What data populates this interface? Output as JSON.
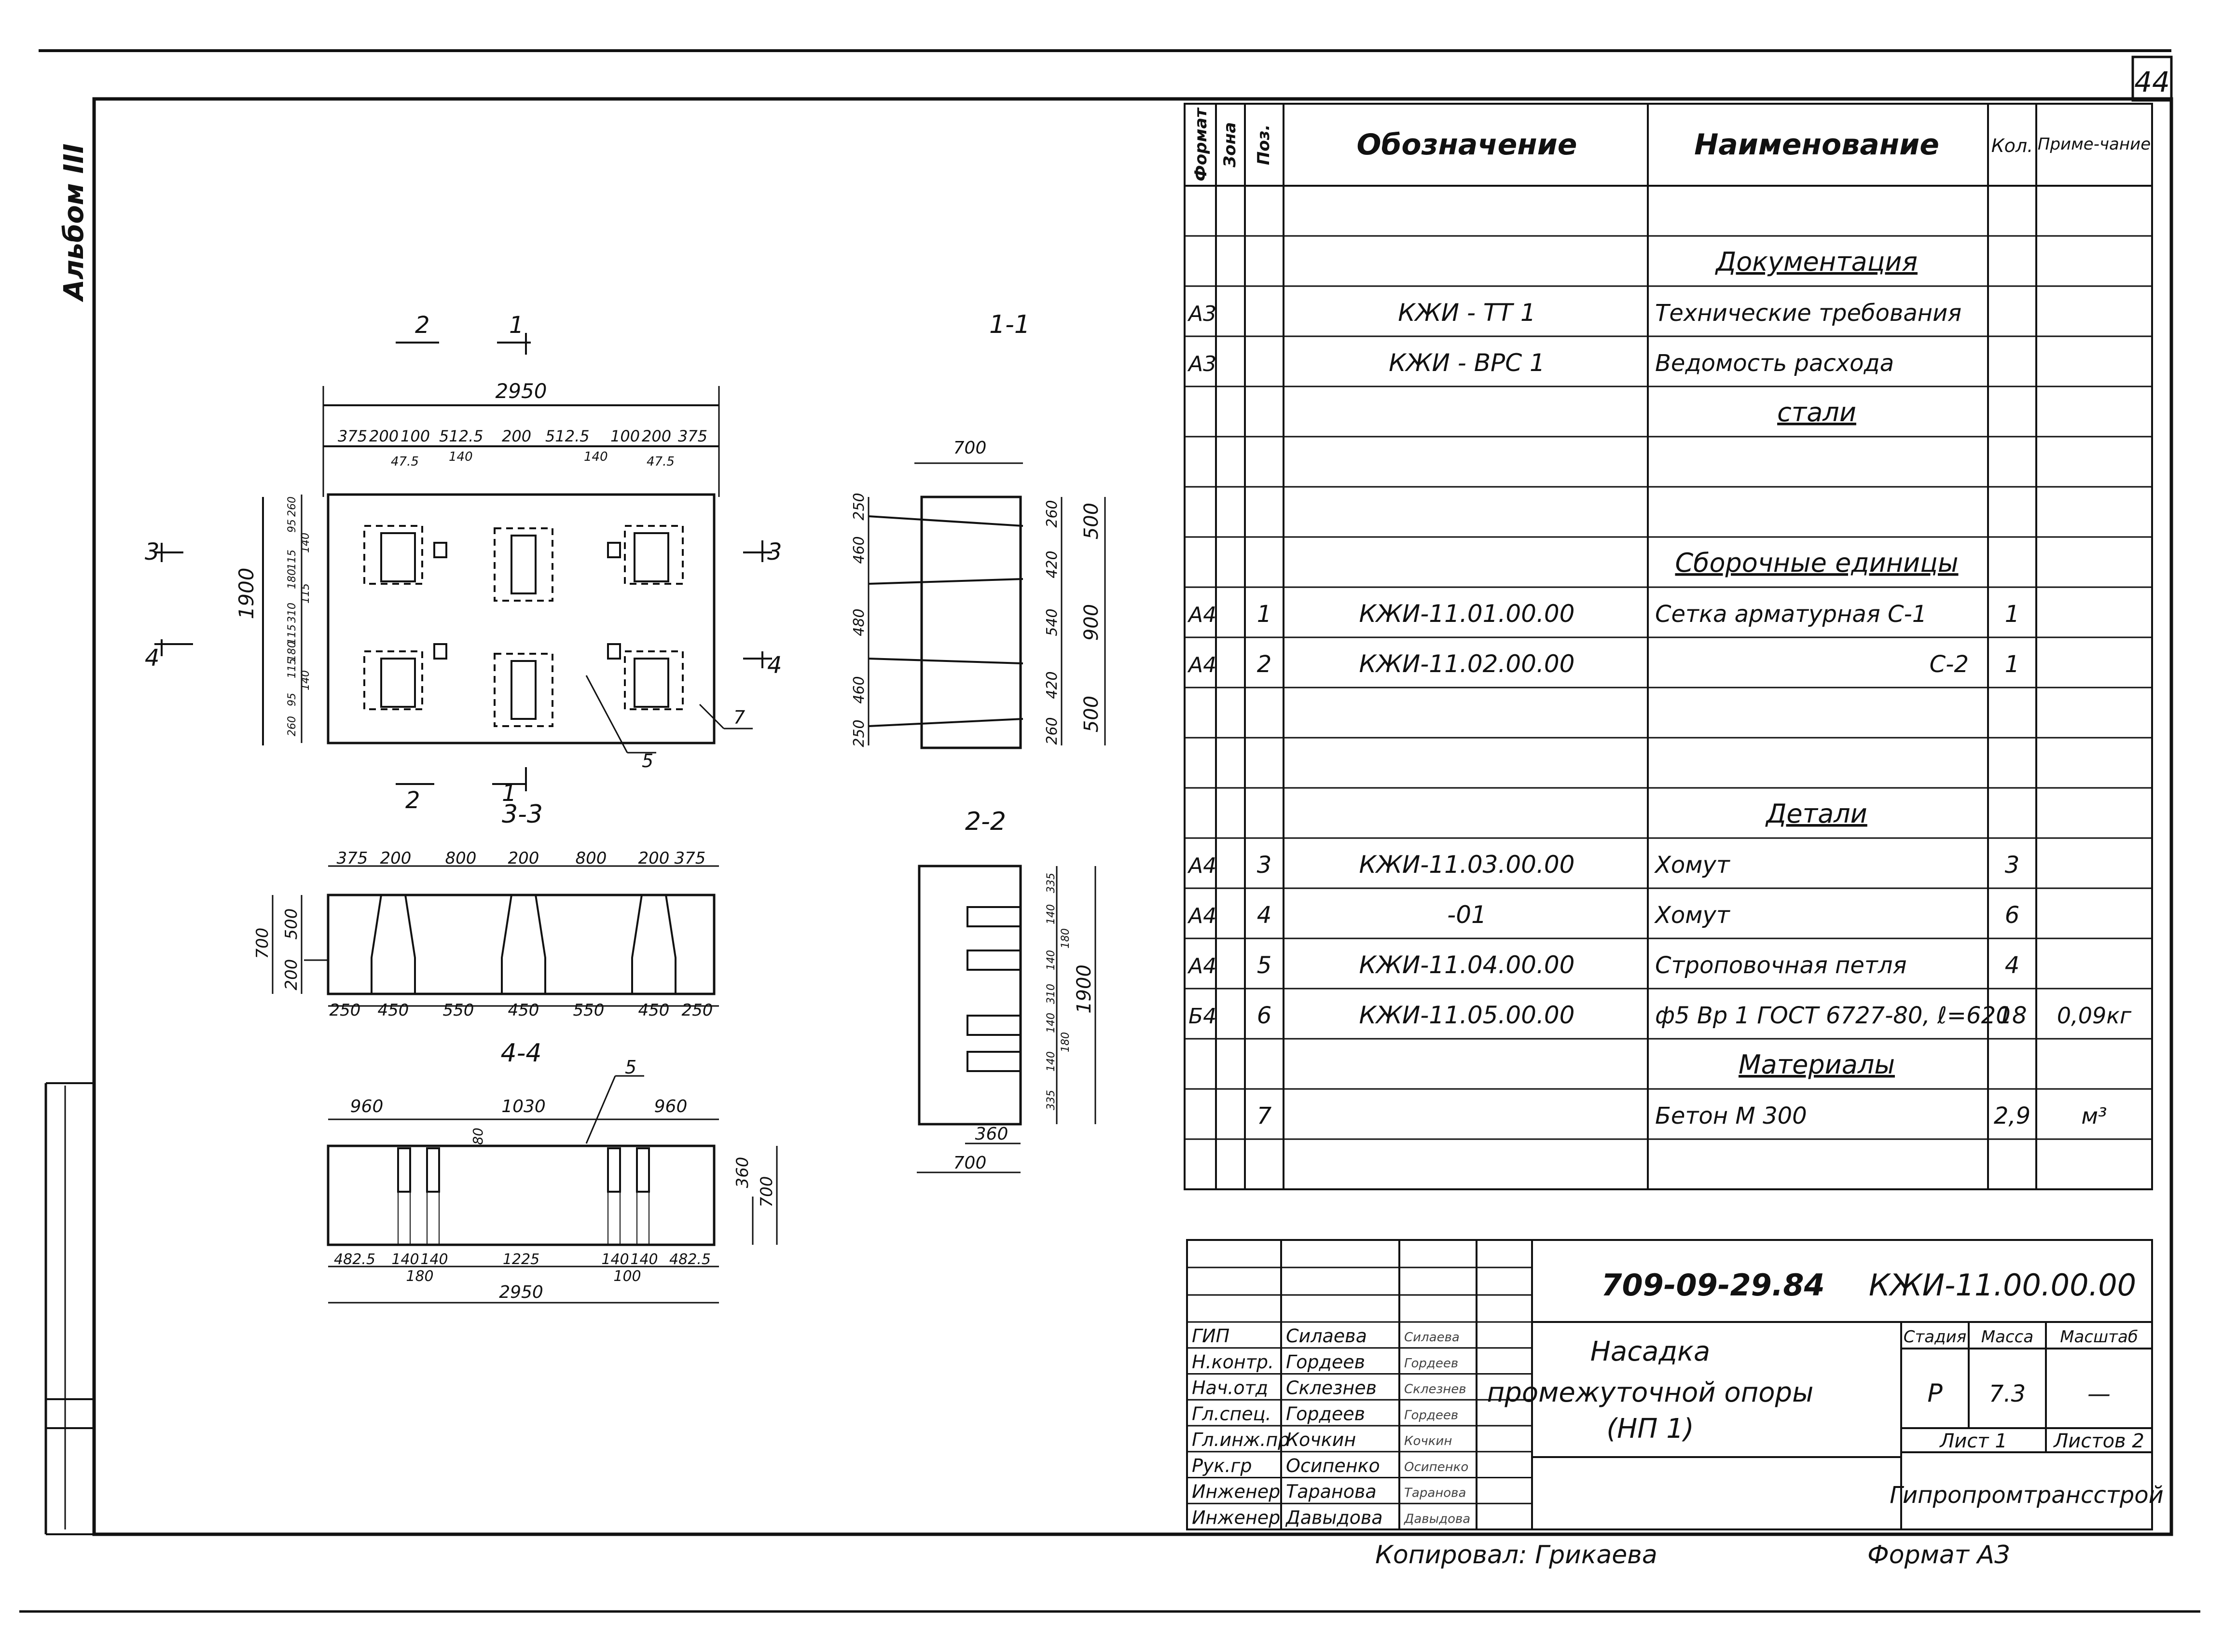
{
  "sheet": {
    "page_number": "44",
    "album": "Альбом III",
    "copied_by": "Копировал: Грикаева",
    "format": "Формат А3"
  },
  "drawing": {
    "sections": {
      "s11": "1-1",
      "s22": "2-2",
      "s33": "3-3",
      "s44": "4-4"
    },
    "markers": {
      "m1": "1",
      "m2": "2",
      "m3": "3",
      "m4": "4"
    },
    "plan": {
      "overall": "2950",
      "height": "1900",
      "dims_top": [
        "375",
        "200",
        "100",
        "512.5",
        "200",
        "512.5",
        "100",
        "200",
        "375"
      ],
      "dims_top2": [
        "47.5",
        "140",
        "140",
        "47.5"
      ],
      "dims_left": [
        "260",
        "95",
        "140",
        "115",
        "180",
        "115",
        "310",
        "115",
        "180",
        "115",
        "140",
        "95",
        "260"
      ],
      "callouts": {
        "c5": "5",
        "c7": "7"
      }
    },
    "s11": {
      "width": "700",
      "left": [
        "250",
        "460",
        "480",
        "460",
        "250"
      ],
      "right": [
        "260",
        "420",
        "540",
        "420",
        "260"
      ],
      "outer": [
        "500",
        "900",
        "500"
      ]
    },
    "s22": {
      "right": [
        "335",
        "140",
        "180",
        "140",
        "310",
        "140",
        "180",
        "140",
        "335"
      ],
      "height": "1900",
      "bottom": [
        "360",
        "700"
      ]
    },
    "s33": {
      "top": [
        "375",
        "200",
        "800",
        "200",
        "800",
        "200",
        "375"
      ],
      "left": [
        "700",
        "500",
        "200"
      ],
      "bottom": [
        "250",
        "450",
        "550",
        "450",
        "550",
        "450",
        "250"
      ]
    },
    "s44": {
      "top": [
        "960",
        "1030",
        "960"
      ],
      "mid": "80",
      "right": [
        "360",
        "700"
      ],
      "bottom": [
        "482.5",
        "140",
        "140",
        "1225",
        "140",
        "140",
        "482.5"
      ],
      "bottom2": [
        "180",
        "100"
      ],
      "overall": "2950",
      "callout": "5"
    }
  },
  "spec_table": {
    "headers": {
      "format": "Формат",
      "zone": "Зона",
      "pos": "Поз.",
      "designation": "Обозначение",
      "name": "Наименование",
      "qty": "Кол.",
      "note": "Приме-чание"
    },
    "rows": [
      {
        "format": "",
        "pos": "",
        "designation": "",
        "name": "",
        "qty": "",
        "note": ""
      },
      {
        "format": "",
        "pos": "",
        "designation": "",
        "name": "Документация",
        "qty": "",
        "note": ""
      },
      {
        "format": "А3",
        "pos": "",
        "designation": "КЖИ - ТТ 1",
        "name": "Технические требования",
        "qty": "",
        "note": ""
      },
      {
        "format": "А3",
        "pos": "",
        "designation": "КЖИ - ВРС 1",
        "name": "Ведомость расхода",
        "qty": "",
        "note": ""
      },
      {
        "format": "",
        "pos": "",
        "designation": "",
        "name": "стали",
        "qty": "",
        "note": ""
      },
      {
        "format": "",
        "pos": "",
        "designation": "",
        "name": "",
        "qty": "",
        "note": ""
      },
      {
        "format": "",
        "pos": "",
        "designation": "",
        "name": "",
        "qty": "",
        "note": ""
      },
      {
        "format": "",
        "pos": "",
        "designation": "",
        "name": "Сборочные единицы",
        "qty": "",
        "note": ""
      },
      {
        "format": "А4",
        "pos": "1",
        "designation": "КЖИ-11.01.00.00",
        "name": "Сетка арматурная   С-1",
        "qty": "1",
        "note": ""
      },
      {
        "format": "А4",
        "pos": "2",
        "designation": "КЖИ-11.02.00.00",
        "name": "С-2",
        "qty": "1",
        "note": ""
      },
      {
        "format": "",
        "pos": "",
        "designation": "",
        "name": "",
        "qty": "",
        "note": ""
      },
      {
        "format": "",
        "pos": "",
        "designation": "",
        "name": "",
        "qty": "",
        "note": ""
      },
      {
        "format": "",
        "pos": "",
        "designation": "",
        "name": "Детали",
        "qty": "",
        "note": ""
      },
      {
        "format": "А4",
        "pos": "3",
        "designation": "КЖИ-11.03.00.00",
        "name": "Хомут",
        "qty": "3",
        "note": ""
      },
      {
        "format": "А4",
        "pos": "4",
        "designation": "-01",
        "name": "Хомут",
        "qty": "6",
        "note": ""
      },
      {
        "format": "А4",
        "pos": "5",
        "designation": "КЖИ-11.04.00.00",
        "name": "Строповочная петля",
        "qty": "4",
        "note": ""
      },
      {
        "format": "Б4",
        "pos": "6",
        "designation": "КЖИ-11.05.00.00",
        "name": "ф5 Вр 1 ГОСТ 6727-80, ℓ=620",
        "qty": "18",
        "note": "0,09кг"
      },
      {
        "format": "",
        "pos": "",
        "designation": "",
        "name": "Материалы",
        "qty": "",
        "note": ""
      },
      {
        "format": "",
        "pos": "7",
        "designation": "",
        "name": "Бетон  М 300",
        "qty": "2,9",
        "note": "м³"
      },
      {
        "format": "",
        "pos": "",
        "designation": "",
        "name": "",
        "qty": "",
        "note": ""
      }
    ]
  },
  "title_block": {
    "project_code": "709-09-29.84",
    "doc_code": "КЖИ-11.00.00.00",
    "title": [
      "Насадка",
      "промежуточной опоры",
      "(НП 1)"
    ],
    "stage_label": "Стадия",
    "mass_label": "Масса",
    "scale_label": "Масштаб",
    "stage": "Р",
    "mass": "7.3",
    "scale": "—",
    "sheet": "Лист 1",
    "sheets": "Листов 2",
    "org": "Гипропромтрансстрой",
    "signatures": [
      {
        "role": "ГИП",
        "name": "Силаева",
        "sig": "Силаева"
      },
      {
        "role": "Н.контр.",
        "name": "Гордеев",
        "sig": "Гордеев"
      },
      {
        "role": "Нач.отд",
        "name": "Склезнев",
        "sig": "Склезнев"
      },
      {
        "role": "Гл.спец.",
        "name": "Гордеев",
        "sig": "Гордеев"
      },
      {
        "role": "Гл.инж.пр",
        "name": "Кочкин",
        "sig": "Кочкин"
      },
      {
        "role": "Рук.гр",
        "name": "Осипенко",
        "sig": "Осипенко"
      },
      {
        "role": "Инженер",
        "name": "Таранова",
        "sig": "Таранова"
      },
      {
        "role": "Инженер",
        "name": "Давыдова",
        "sig": "Давыдова"
      }
    ]
  }
}
